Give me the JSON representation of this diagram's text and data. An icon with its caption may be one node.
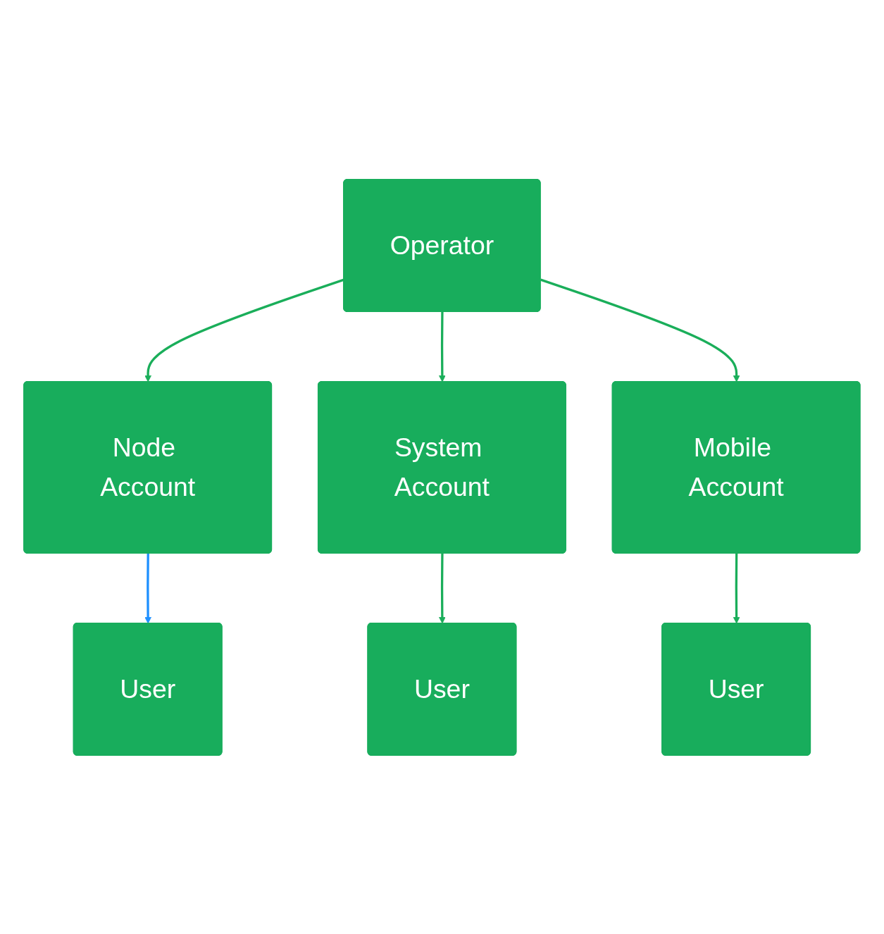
{
  "diagram": {
    "nodes": [
      {
        "text": [
          "Operator"
        ]
      },
      {
        "text": [
          "Node Account"
        ]
      },
      {
        "text": [
          "System Account"
        ]
      },
      {
        "text": [
          "Mobile Account"
        ]
      },
      {
        "text": [
          "User"
        ]
      },
      {
        "text": [
          "User"
        ]
      },
      {
        "text": [
          "User"
        ]
      }
    ],
    "edges": [
      {
        "from": 0,
        "to": 1,
        "arrow": "to"
      },
      {
        "from": 0,
        "to": 2,
        "arrow": "to"
      },
      {
        "from": 0,
        "to": 3,
        "arrow": "to"
      },
      {
        "from": 1,
        "to": 4,
        "arrow": "to",
        "color": "#1e90ff"
      },
      {
        "from": 2,
        "to": 5,
        "arrow": "to"
      },
      {
        "from": 3,
        "to": 6,
        "arrow": "to"
      }
    ]
  }
}
